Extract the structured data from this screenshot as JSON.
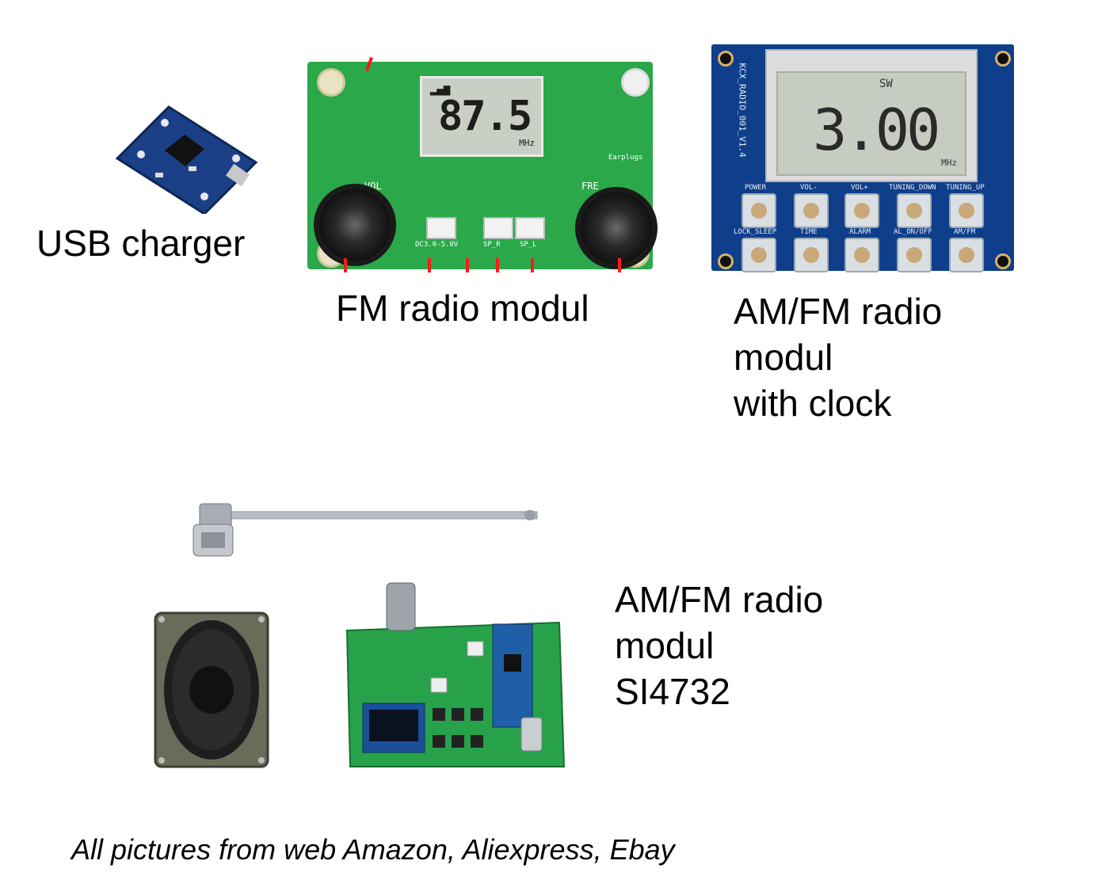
{
  "captions": {
    "usb_charger": "USB charger",
    "fm_module": "FM radio modul",
    "amfm_clock": [
      "AM/FM radio",
      "modul",
      "with clock"
    ],
    "amfm_si4732": [
      "AM/FM radio",
      "modul",
      "SI4732"
    ]
  },
  "footer": "All pictures from web Amazon, Aliexpress, Ebay",
  "fm_board": {
    "frequency": "87.5",
    "unit": "MHz",
    "knob_left_label": "VOL",
    "knob_right_label": "FRE",
    "earplug_label": "Earplugs",
    "connectors": [
      "DC3.0-5.0V",
      "SP_R",
      "SP_L"
    ]
  },
  "amfm_board": {
    "display_value": "3.00",
    "band": "SW",
    "unit": "MHz",
    "board_id": "KCX_RADIO_001_V1.4",
    "buttons_row1": [
      "POWER",
      "VOL-",
      "VOL+",
      "TUNING_DOWN",
      "TUNING_UP"
    ],
    "buttons_row2": [
      "LOCK_SLEEP",
      "TIME",
      "ALARM",
      "AL_ON/OFF",
      "AM/FM"
    ]
  },
  "colors": {
    "fm_pcb": "#2aa84a",
    "amfm_pcb": "#0f3f8a",
    "usb_pcb": "#1b3f86",
    "si_pcb": "#27a24a",
    "arrows": "#ff1a1a"
  }
}
